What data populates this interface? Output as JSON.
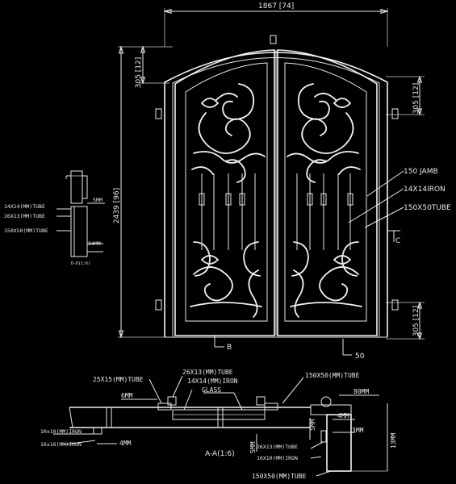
{
  "dims": {
    "overall_width": "1867 [74]",
    "overall_height": "2439 [96]",
    "arch_left": "305 [12]",
    "arch_right": "305 [12]",
    "bottom_right": "305 [12]",
    "small_5mm": "5MM",
    "small_34mm": "34MM",
    "offset_50": "50",
    "sec_6mm": "6MM",
    "sec_4mm_left": "4MM",
    "sec_80mm": "80MM",
    "sec_4mm_right": "4MM",
    "sec_3mm": "3MM",
    "sec_13mm": "13MM",
    "sec_5mm_v": "5MM"
  },
  "callouts": {
    "jamb": "150 JAMB",
    "iron": "14X14IRON",
    "tube": "150X50TUBE",
    "section_c": "C",
    "section_b": "B"
  },
  "side_detail": {
    "tube14": "14X14(MM)TUBE",
    "tube26": "26X13(MM)TUBE",
    "tube150": "150X50(MM)TUBE",
    "scale": "D-D(1:6)"
  },
  "section": {
    "tube25": "25X15(MM)TUBE",
    "tube26": "26X13(MM)TUBE",
    "iron14": "14X14(MM)IRON",
    "glass": "GLASS",
    "tube150_top": "150X50(MM)TUBE",
    "iron10": "10x10(MM)IRON",
    "iron16": "16x16(MM)IRON",
    "tube26_b": "26X13(MM)TUBE",
    "iron10_b": "10X10(MM)IRON",
    "tube150_bottom": "150X50(MM)TUBE",
    "scale": "A-A(1:6)"
  }
}
